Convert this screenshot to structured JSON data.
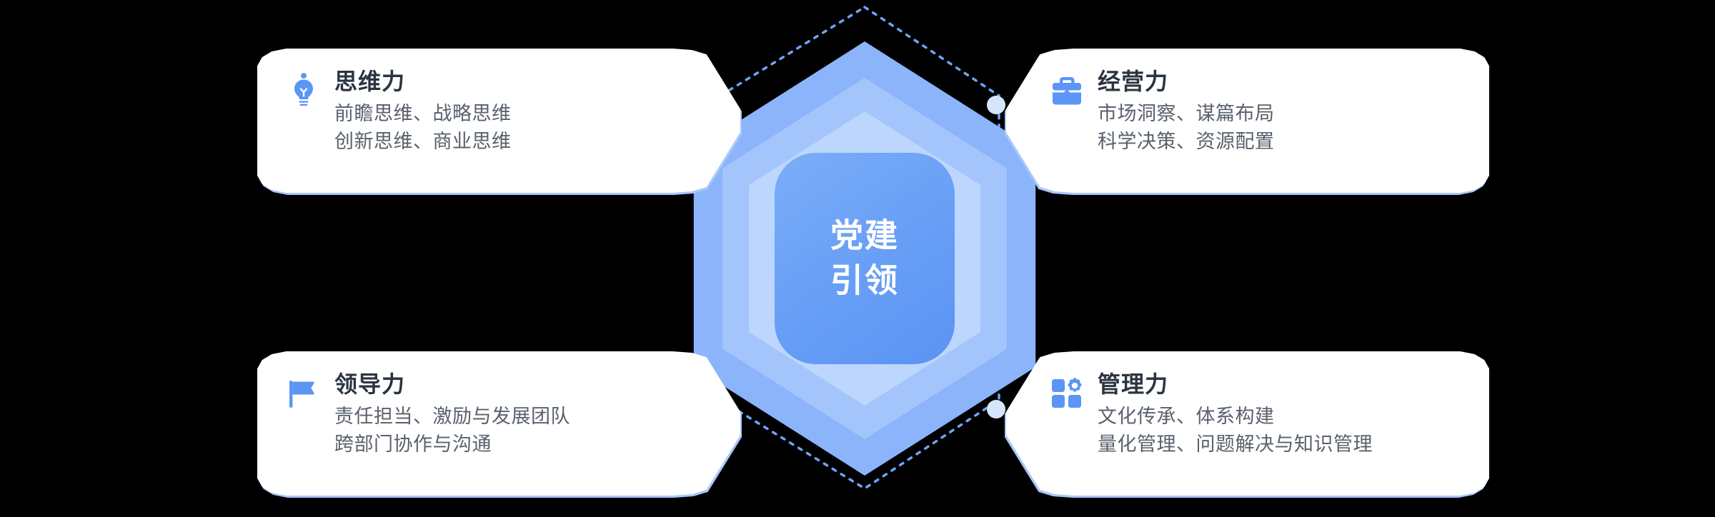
{
  "theme": {
    "background": "#000000",
    "card_bg": "#ffffff",
    "card_edge": "#a9c7f9",
    "accent_blue": "#4e90f5",
    "icon_blue": "#5b95f6",
    "title_color": "#2b3440",
    "body_color": "#59616c",
    "hex_outer": "#8cb4fb",
    "hex_mid": "#a4c5fc",
    "hex_inner": "#bcd6fd",
    "hex_core_from": "#7badf8",
    "hex_core_to": "#5a93f3",
    "node_dot": "#d7e5fc",
    "dotted_line": "#6fa4f7"
  },
  "center": {
    "label": "党建\n引领",
    "line1": "党建",
    "line2": "引领"
  },
  "cards": [
    {
      "id": "thinking",
      "icon": "lightbulb-icon",
      "title": "思维力",
      "lines": [
        "前瞻思维、战略思维",
        "创新思维、商业思维"
      ]
    },
    {
      "id": "business",
      "icon": "briefcase-icon",
      "title": "经营力",
      "lines": [
        "市场洞察、谋篇布局",
        "科学决策、资源配置"
      ]
    },
    {
      "id": "leadership",
      "icon": "flag-icon",
      "title": "领导力",
      "lines": [
        "责任担当、激励与发展团队",
        "跨部门协作与沟通"
      ]
    },
    {
      "id": "management",
      "icon": "grid-gear-icon",
      "title": "管理力",
      "lines": [
        "文化传承、体系构建",
        "量化管理、问题解决与知识管理"
      ]
    }
  ]
}
